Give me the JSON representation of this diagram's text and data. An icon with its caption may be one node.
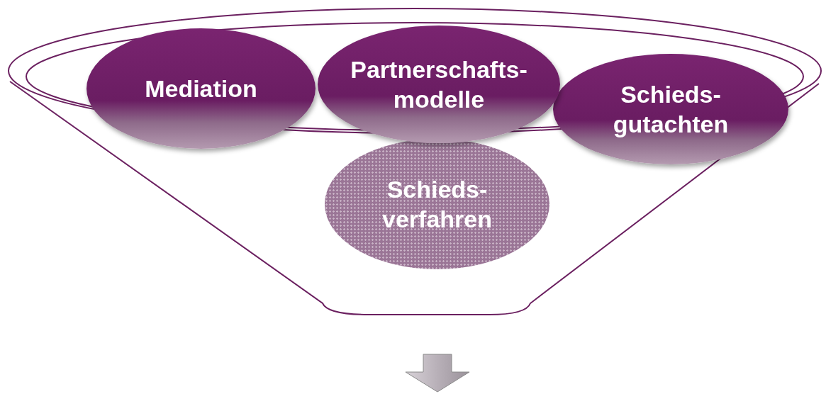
{
  "diagram": {
    "nodes": [
      {
        "text": [],
        "shape": "funnel"
      },
      {
        "text": [
          "Mediation"
        ],
        "in": 0
      },
      {
        "text": [
          "Partnerschafts- modelle"
        ],
        "in": 0
      },
      {
        "text": [
          "Schieds- gutachten"
        ],
        "in": 0
      },
      {
        "text": [
          "Schieds- verfahren"
        ],
        "in": 0
      }
    ]
  }
}
